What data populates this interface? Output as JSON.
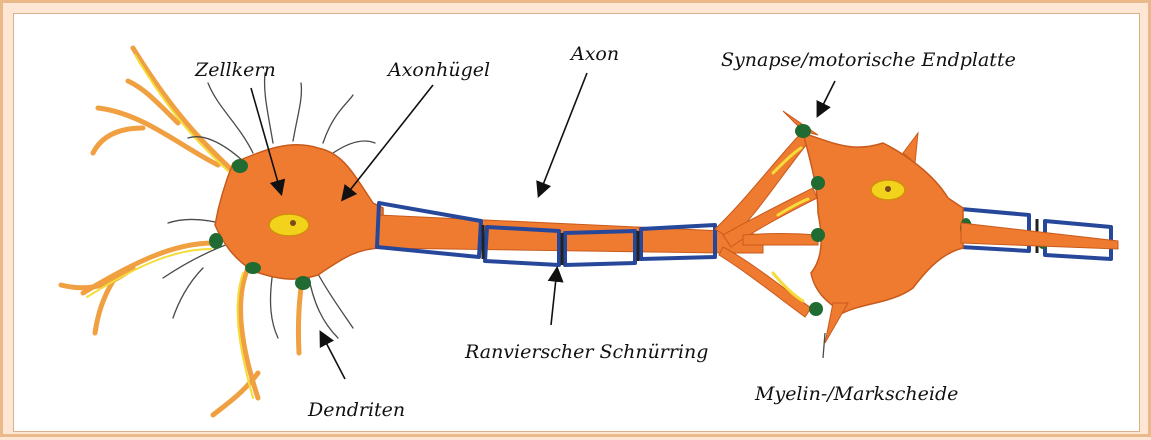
{
  "labels": {
    "nucleus": "Zellkern",
    "axon_hillock": "Axonhügel",
    "axon": "Axon",
    "synapse": "Synapse/motorische Endplatte",
    "node_of_ranvier": "Ranvierscher Schnürring",
    "dendrites": "Dendriten",
    "myelin_sheath": "Myelin-/Markscheide"
  },
  "colors": {
    "background": "#fde6d4",
    "frame": "#e9b98a",
    "cell_body": "#ef7b30",
    "dendrite": "#f0a040",
    "nucleus": "#f2d21a",
    "myelin": "#27489a",
    "synapse_knob": "#1f6b32",
    "outline": "#4a4a4a"
  }
}
